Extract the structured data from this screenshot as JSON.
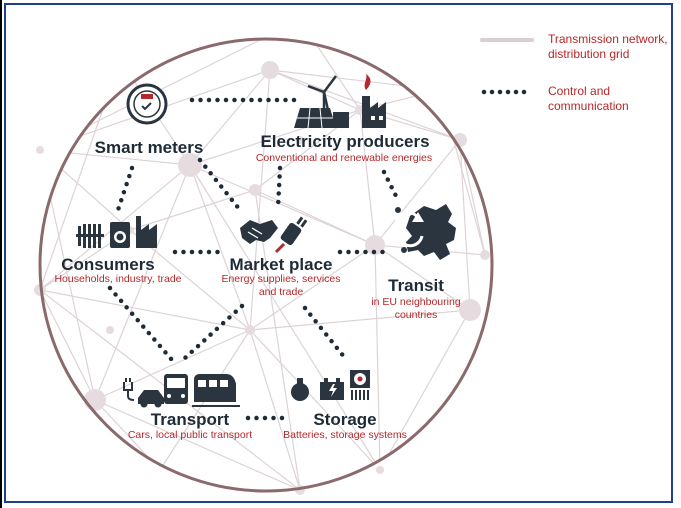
{
  "legend": [
    {
      "label": "Transmission network, distribution grid",
      "style": "grid-line",
      "color": "#d9cfd2"
    },
    {
      "label": "Control and communication",
      "style": "dotted",
      "color": "#1e2b36"
    }
  ],
  "colors": {
    "title": "#1e2b36",
    "subtitle": "#b5282b",
    "grid": "#d9cfd2",
    "node": "#e6dcdf",
    "icon": "#2a3540",
    "circle": "#8a6a6c"
  },
  "nodes": {
    "smart_meters": {
      "title": "Smart meters",
      "icons": [
        "smart-meter-icon"
      ]
    },
    "electricity_producers": {
      "title": "Electricity producers",
      "subtitle": "Conventional and renewable energies",
      "icons": [
        "wind-turbine-icon",
        "solar-panel-icon",
        "power-plant-icon"
      ]
    },
    "consumers": {
      "title": "Consumers",
      "subtitle": "Households, industry, trade",
      "icons": [
        "radiator-icon",
        "washing-machine-icon",
        "factory-icon"
      ]
    },
    "market_place": {
      "title": "Market place",
      "subtitle": "Energy supplies, services",
      "subtitle2": "and trade",
      "icons": [
        "handshake-icon",
        "plug-icon"
      ]
    },
    "transit": {
      "title": "Transit",
      "subtitle": "in EU neighbouring",
      "subtitle2": "countries",
      "icons": [
        "europe-map-icon",
        "cycle-arrows-icon"
      ]
    },
    "transport": {
      "title": "Transport",
      "subtitle": "Cars, local public transport",
      "icons": [
        "electric-car-icon",
        "bus-icon",
        "train-icon"
      ]
    },
    "storage": {
      "title": "Storage",
      "subtitle": "Batteries, storage systems",
      "icons": [
        "gas-tank-icon",
        "battery-icon",
        "storage-unit-icon"
      ]
    }
  }
}
